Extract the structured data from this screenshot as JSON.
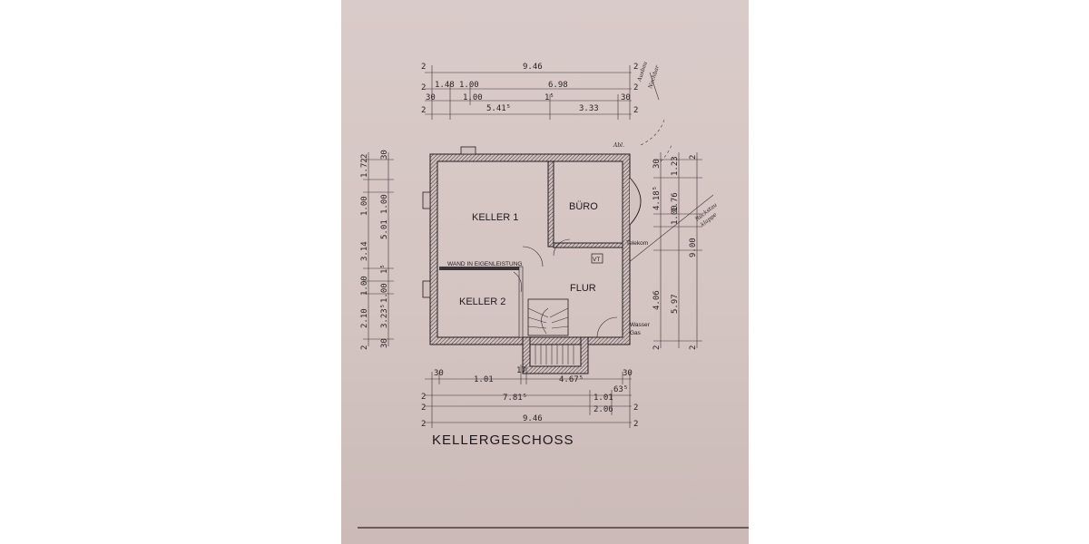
{
  "title": "KELLERGESCHOSS",
  "rooms": {
    "keller1": "KELLER 1",
    "buero": "BÜRO",
    "keller2": "KELLER 2",
    "flur": "FLUR"
  },
  "notes": {
    "wand": "WAND IN EIGENLEISTUNG",
    "telekom": "Telekom",
    "wasser": "Wasser",
    "gas": "Gas",
    "vt": "VT"
  },
  "dims_top": {
    "r1": [
      "2",
      "9.46",
      "2"
    ],
    "r2": [
      "2",
      "1.48",
      "1.00",
      "6.98",
      "2"
    ],
    "r3": [
      "30",
      "1.00",
      "1⁵",
      "30"
    ],
    "r4": [
      "2",
      "5.41⁵",
      "3.33",
      "2"
    ]
  },
  "dims_bottom": {
    "r1": [
      "30",
      "1.01",
      "17",
      "4.67⁵",
      "30"
    ],
    "r2": [
      "2",
      "7.81⁵",
      "1.01",
      "63⁵"
    ],
    "r3": [
      "2",
      "2.06",
      "2"
    ],
    "r4": [
      "2",
      "9.46",
      "2"
    ]
  },
  "dims_left": {
    "outer": [
      "2",
      "1.72",
      "1.00",
      "3.14",
      "1.00",
      "2.10",
      "2"
    ],
    "inner": [
      "30",
      "1.00",
      "5.01",
      "1⁵",
      "1.00",
      "3.23⁵",
      "30"
    ]
  },
  "dims_right": {
    "inner": [
      "2",
      "30",
      "4.18⁵",
      "4.06",
      "2"
    ],
    "mid": [
      "1.23",
      "1.76",
      "1.00",
      "5.97"
    ],
    "outer": [
      "2",
      "9.00",
      "2"
    ]
  }
}
